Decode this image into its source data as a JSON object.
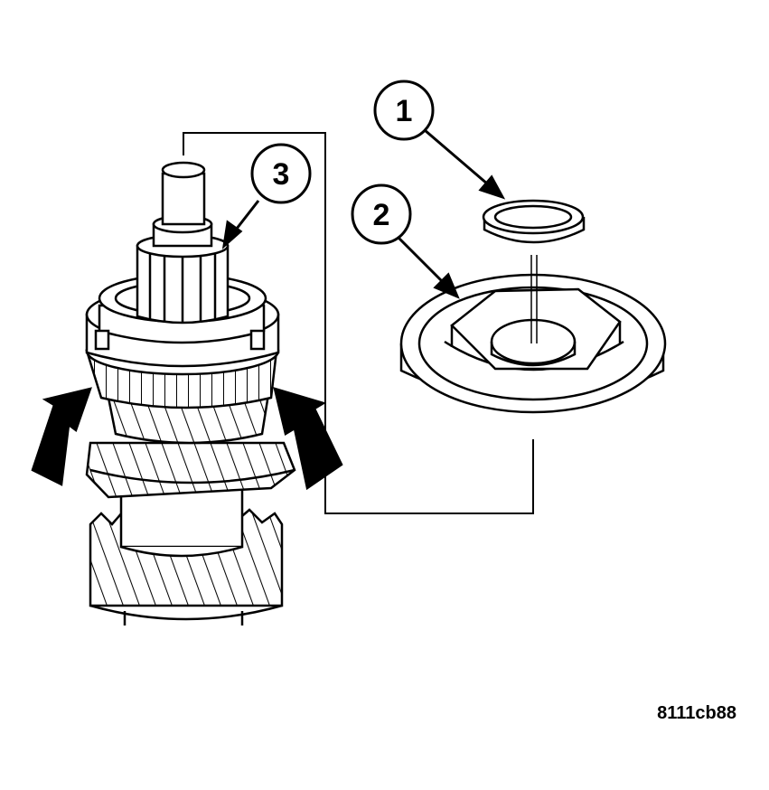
{
  "callouts": [
    {
      "id": "1",
      "label": "1"
    },
    {
      "id": "2",
      "label": "2"
    },
    {
      "id": "3",
      "label": "3"
    }
  ],
  "figure_code": "8111cb88",
  "colors": {
    "ink": "#000000",
    "paper": "#ffffff",
    "shade": "#d9d9d9"
  }
}
